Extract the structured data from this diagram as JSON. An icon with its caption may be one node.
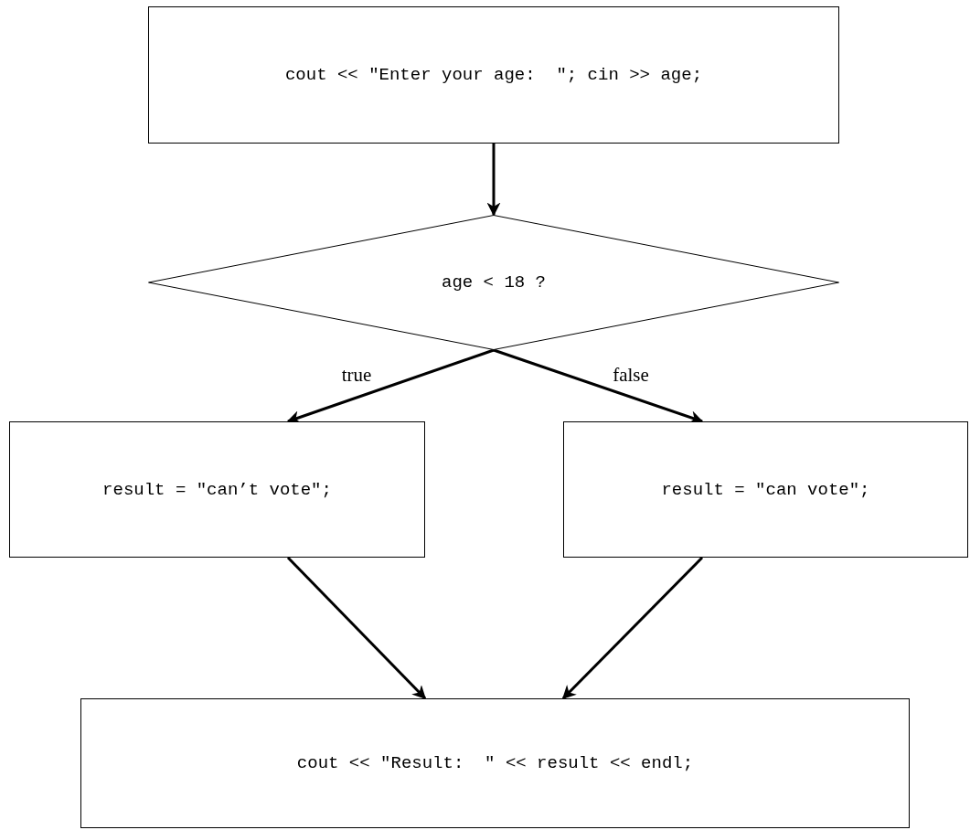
{
  "diagram": {
    "nodes": [
      {
        "text": [
          "cout << \"Enter your age:  \"; cin >> age;"
        ]
      },
      {
        "text": [
          "age < 18 ?"
        ]
      },
      {
        "text": [
          "result = \"can’t vote\";"
        ]
      },
      {
        "text": [
          "result = \"can vote\";"
        ]
      },
      {
        "text": [
          "cout << \"Result:  \" << result << endl;"
        ]
      }
    ],
    "edges": [
      {
        "from": 0,
        "to": 1,
        "arrow": "to"
      },
      {
        "from": 1,
        "to": 2,
        "arrow": "to",
        "label": "true"
      },
      {
        "from": 1,
        "to": 3,
        "arrow": "to",
        "label": "false"
      },
      {
        "from": 2,
        "to": 4,
        "arrow": "to"
      },
      {
        "from": 3,
        "to": 4,
        "arrow": "to"
      }
    ]
  }
}
